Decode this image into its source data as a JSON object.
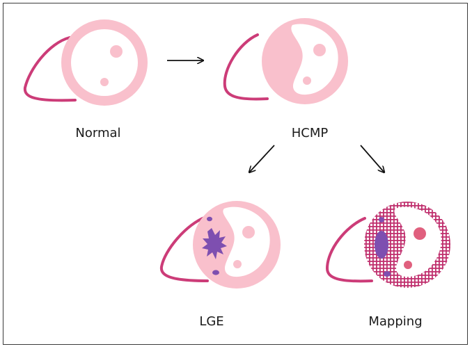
{
  "labels": {
    "normal": "Normal",
    "hcmp": "HCMP",
    "lge": "LGE",
    "mapping": "Mapping"
  },
  "colors": {
    "myocardium": "#f9c0cc",
    "outline": "#cc3c78",
    "fibrosis": "#7e4fb0",
    "diffuse_grid": "#c0306e",
    "papillary": "#e0607e",
    "arrow": "#111111"
  }
}
